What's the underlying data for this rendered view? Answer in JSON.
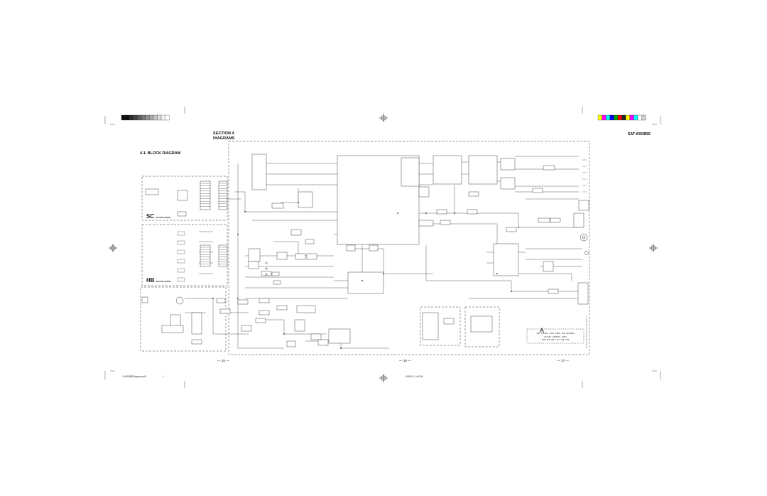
{
  "header": {
    "section_line": "SECTION 4",
    "diagrams_line": "DIAGRAMS",
    "model": "SAT-A55/B55",
    "block_title": "4-1.  BLOCK DIAGRAM"
  },
  "boards": {
    "sc_letters": "SC",
    "sc_name": "BOARD (SIDE)",
    "hb_letters": "HB",
    "hb_name": "BOARD (SIDE)",
    "a_letter": "A"
  },
  "note_lines": [
    "THE SIGNAL PATH FROM THE ANTENNA",
    "ACCESS CONTROL UNIT",
    "APPLIES ONLY OF THE A55"
  ],
  "page_numbers": {
    "left": "— 15 —",
    "center": "— 16 —",
    "right": "— 17 —"
  },
  "footer": {
    "file": "S-A55/B55Diagram.p65",
    "page": "1",
    "datetime": "6/15/99, 1:46 PM"
  },
  "colors": {
    "registration_bar": [
      "#111111",
      "#111111",
      "#2a2a2a",
      "#444444",
      "#5e5e5e",
      "#777777",
      "#919191",
      "#aaaaaa",
      "#c4c4c4",
      "#dedede",
      "#f2f2f2",
      "#ffffff"
    ],
    "color_bar": [
      "#ffff00",
      "#ff00ff",
      "#00ffff",
      "#0000ff",
      "#00a000",
      "#ff0000",
      "#222222",
      "#ffff00",
      "#ff00ff",
      "#00ffff",
      "#ffffff",
      "#d0d0d0"
    ],
    "ink": "#222222"
  }
}
